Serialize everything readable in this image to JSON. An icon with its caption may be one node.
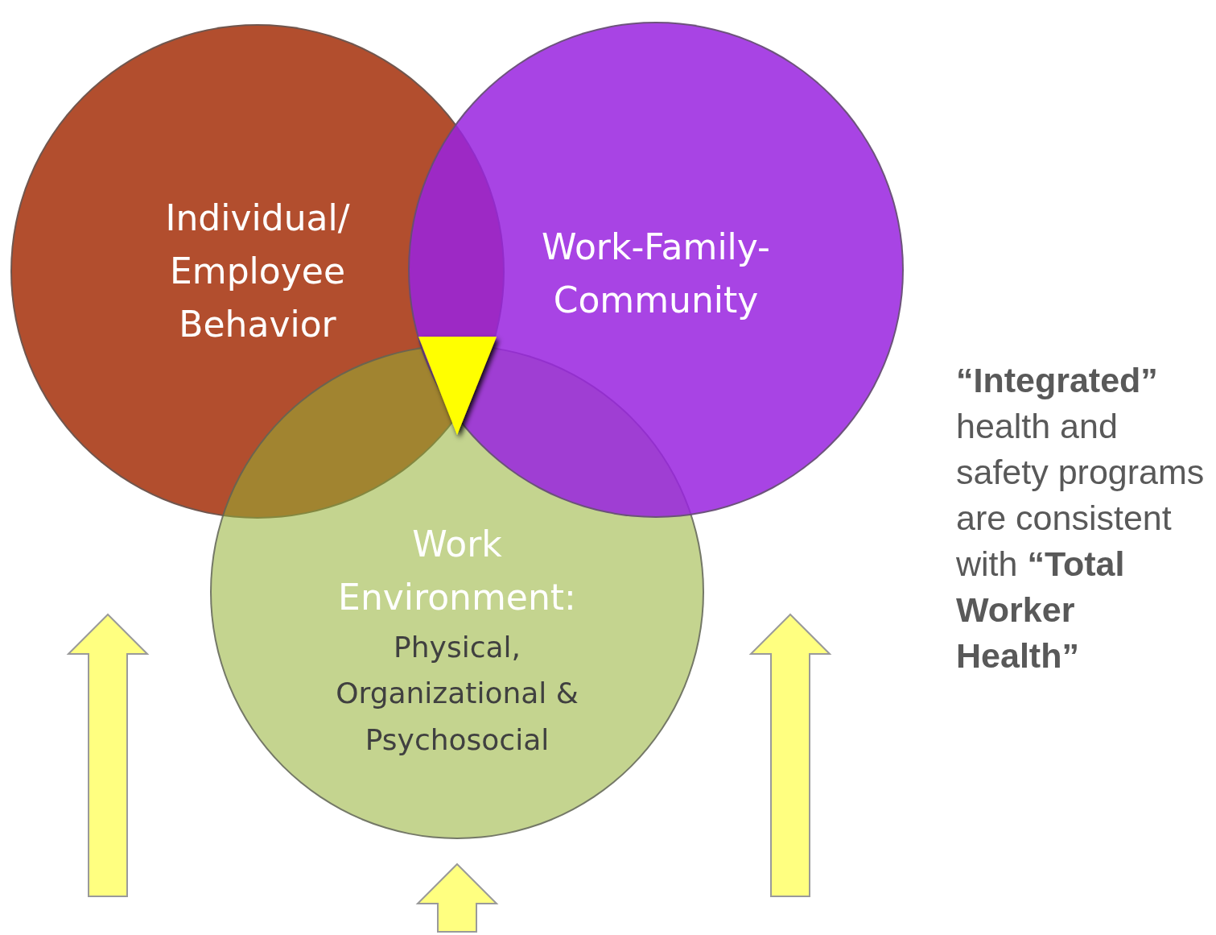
{
  "diagram": {
    "nodes": [
      {
        "text": [
          "Individual/ Employee Behavior"
        ]
      },
      {
        "text": [
          "Work Environment:",
          "Physical, Organizational & Psychosocial"
        ]
      },
      {
        "text": [
          "Work-Family- Community"
        ]
      },
      {
        "text": [],
        "shape": "triangle"
      }
    ],
    "labels": [
      "**“Integrated”** health and safety programs are consistent with **“Total Worker Health”**"
    ]
  }
}
